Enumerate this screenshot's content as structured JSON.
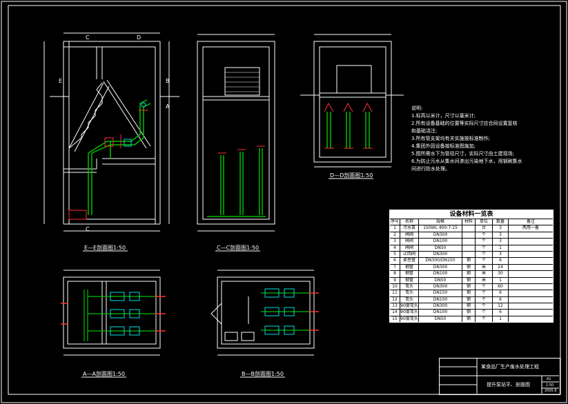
{
  "views": {
    "ee": "E—E剖面图1:50",
    "cc": "C—C剖面图1:50",
    "dd": "D—D剖面图1:50",
    "aa": "A—A剖面图1:50",
    "bb": "B—B剖面图1:50"
  },
  "notes": {
    "heading": "说明:",
    "lines": [
      "1.标高以米计，尺寸以毫米计;",
      "2.所有设备基础的位置等实际尺寸应合同设置复核",
      "和基础浇注;",
      "3.所有管支架均有关实施按标准制作;",
      "4.集团外因设备按标准图施加;",
      "5.图所需水下为管径尺寸，实际尺寸由土建现场;",
      "6.为防止污水从集水间渗出污染地下水，用钢刷集水",
      "间进行防水处理。"
    ]
  },
  "materials": {
    "title": "设备材料一览表",
    "headers": [
      "序号",
      "名称",
      "规格",
      "材料",
      "单位",
      "数量",
      "备注"
    ],
    "rows": [
      [
        "1",
        "污水泵",
        "150WL 400-7-15",
        "",
        "台",
        "3",
        "两用一备"
      ],
      [
        "2",
        "闸阀",
        "DN300",
        "",
        "个",
        "3",
        ""
      ],
      [
        "3",
        "闸阀",
        "DN100",
        "",
        "个",
        "3",
        ""
      ],
      [
        "4",
        "闸阀",
        "DN50",
        "",
        "个",
        "1",
        ""
      ],
      [
        "5",
        "止回阀",
        "DN300",
        "",
        "个",
        "3",
        ""
      ],
      [
        "6",
        "柔性管",
        "DN300/DN150",
        "钢",
        "个",
        "6",
        ""
      ],
      [
        "7",
        "钢管",
        "DN300",
        "钢",
        "米",
        "24",
        ""
      ],
      [
        "8",
        "钢管",
        "DN100",
        "钢",
        "米",
        "30",
        ""
      ],
      [
        "9",
        "钢管",
        "DN50",
        "钢",
        "米",
        "1",
        ""
      ],
      [
        "10",
        "弯头",
        "DN300",
        "钢",
        "个",
        "60",
        ""
      ],
      [
        "11",
        "弯头",
        "DN150",
        "钢",
        "个",
        "6",
        ""
      ],
      [
        "12",
        "弯头",
        "DN100",
        "钢",
        "个",
        "6",
        ""
      ],
      [
        "13",
        "90度弯头",
        "DN300",
        "钢",
        "个",
        "12",
        ""
      ],
      [
        "14",
        "90度弯头",
        "DN100",
        "钢",
        "个",
        "6",
        ""
      ],
      [
        "15",
        "90度弯头",
        "DN50",
        "钢",
        "个",
        "1",
        ""
      ]
    ]
  },
  "title_block": {
    "project": "某食品厂生产废水处理工程",
    "drawing": "提升泵站平、剖面图",
    "no": "A1",
    "scale": "1:50",
    "date": "2005.6"
  },
  "markers": {
    "c": "C",
    "d": "D",
    "e": "E",
    "b": "B",
    "a": "A"
  },
  "colors": {
    "background": "#000000",
    "line": "#ffffff",
    "pipe": "#00c000",
    "accent": "#ff3030",
    "valve": "#00e0e0",
    "fitting": "#ffff00"
  }
}
